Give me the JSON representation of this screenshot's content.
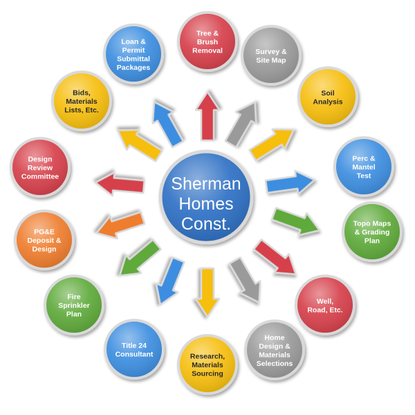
{
  "center": {
    "lines": [
      "Sherman",
      "Homes",
      "Const."
    ],
    "color": "#2f6fc4"
  },
  "palette": {
    "red": "#d6414b",
    "gray": "#9a9a9a",
    "yellow": "#f6be10",
    "blue": "#3d8ee0",
    "green": "#5eaa3a",
    "orange": "#ef7d2e"
  },
  "nodes": [
    {
      "id": "tree-brush",
      "color": "red",
      "lines": [
        "Tree &",
        "Brush",
        "Removal"
      ]
    },
    {
      "id": "survey",
      "color": "gray",
      "lines": [
        "Survey &",
        "Site Map"
      ]
    },
    {
      "id": "soil",
      "color": "yellow",
      "lines": [
        "Soil",
        "Analysis"
      ]
    },
    {
      "id": "perc",
      "color": "blue",
      "lines": [
        "Perc &",
        "Mantel",
        "Test"
      ]
    },
    {
      "id": "topo",
      "color": "green",
      "lines": [
        "Topo Maps",
        "& Grading",
        "Plan"
      ]
    },
    {
      "id": "well",
      "color": "red",
      "lines": [
        "Well,",
        "Road,  Etc."
      ]
    },
    {
      "id": "home-design",
      "color": "gray",
      "lines": [
        "Home",
        "Design &",
        "Materials",
        "Selections"
      ]
    },
    {
      "id": "research",
      "color": "yellow",
      "lines": [
        "Research,",
        "Materials",
        "Sourcing"
      ]
    },
    {
      "id": "title24",
      "color": "blue",
      "lines": [
        "Title 24",
        "Consultant"
      ]
    },
    {
      "id": "fire",
      "color": "green",
      "lines": [
        "Fire",
        "Sprinkler",
        "Plan"
      ]
    },
    {
      "id": "pge",
      "color": "orange",
      "lines": [
        "PG&E",
        "Deposit &",
        "Design"
      ]
    },
    {
      "id": "design-review",
      "color": "red",
      "lines": [
        "Design",
        "Review",
        "Committee"
      ]
    },
    {
      "id": "bids",
      "color": "yellow",
      "lines": [
        "Bids,",
        "Materials",
        "Lists,  Etc."
      ]
    },
    {
      "id": "loan",
      "color": "blue",
      "lines": [
        "Loan &",
        "Permit",
        "Submittal",
        "Packages"
      ]
    }
  ],
  "arrows": [
    {
      "id": "arrow-1",
      "color": "red"
    },
    {
      "id": "arrow-2",
      "color": "gray"
    },
    {
      "id": "arrow-3",
      "color": "yellow"
    },
    {
      "id": "arrow-4",
      "color": "blue"
    },
    {
      "id": "arrow-5",
      "color": "green"
    },
    {
      "id": "arrow-6",
      "color": "red"
    },
    {
      "id": "arrow-7",
      "color": "gray"
    },
    {
      "id": "arrow-8",
      "color": "yellow"
    },
    {
      "id": "arrow-9",
      "color": "blue"
    },
    {
      "id": "arrow-10",
      "color": "green"
    },
    {
      "id": "arrow-11",
      "color": "orange"
    },
    {
      "id": "arrow-12",
      "color": "red"
    },
    {
      "id": "arrow-13",
      "color": "yellow"
    },
    {
      "id": "arrow-14",
      "color": "blue"
    }
  ]
}
